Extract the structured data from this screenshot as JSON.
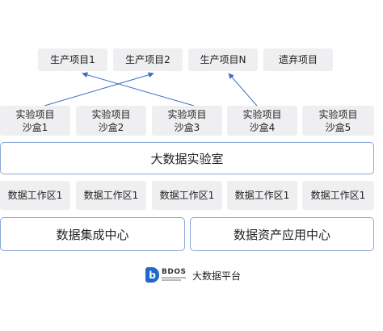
{
  "projects": [
    {
      "label": "生产项目1"
    },
    {
      "label": "生产项目2"
    },
    {
      "label": "生产项目N"
    },
    {
      "label": "遗弃项目"
    }
  ],
  "sandboxes": [
    {
      "line1": "实验项目",
      "line2": "沙盒1"
    },
    {
      "line1": "实验项目",
      "line2": "沙盒2"
    },
    {
      "line1": "实验项目",
      "line2": "沙盒3"
    },
    {
      "line1": "实验项目",
      "line2": "沙盒4"
    },
    {
      "line1": "实验项目",
      "line2": "沙盒5"
    }
  ],
  "lab": {
    "label": "大数据实验室"
  },
  "workspaces": [
    {
      "label": "数据工作区1"
    },
    {
      "label": "数据工作区1"
    },
    {
      "label": "数据工作区1"
    },
    {
      "label": "数据工作区1"
    },
    {
      "label": "数据工作区1"
    }
  ],
  "centers": [
    {
      "label": "数据集成中心"
    },
    {
      "label": "数据资产应用中心"
    }
  ],
  "footer": {
    "logo_text": "BDOS",
    "logo_mark": "b",
    "title": "大数据平台"
  },
  "colors": {
    "box_fill": "#efeff1",
    "outline": "#8aa7d4",
    "arrow": "#3c6fc0",
    "brand": "#1f69c9"
  },
  "edges": [
    {
      "from": "沙盒1",
      "to": "生产项目2"
    },
    {
      "from": "沙盒3",
      "to": "生产项目1"
    },
    {
      "from": "沙盒4",
      "to": "生产项目N"
    }
  ]
}
